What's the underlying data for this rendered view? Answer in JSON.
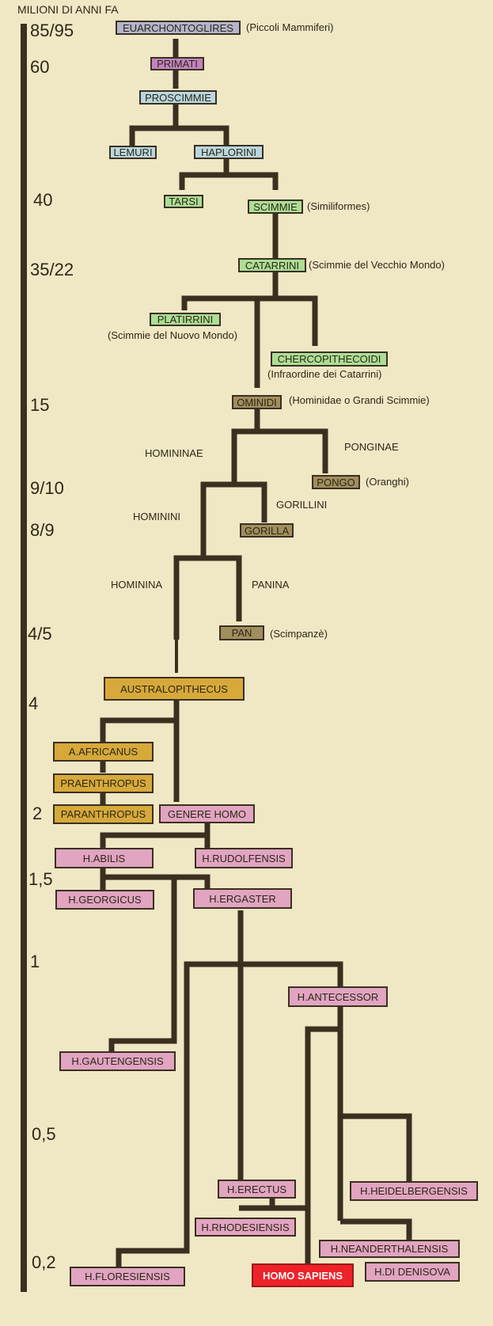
{
  "axis": {
    "title": "MILIONI DI ANNI FA",
    "ticks": [
      "85/95",
      "60",
      "40",
      "35/22",
      "15",
      "9/10",
      "8/9",
      "4/5",
      "4",
      "2",
      "1,5",
      "1",
      "0,5",
      "0,2"
    ]
  },
  "colors": {
    "background": "#f0e7c5",
    "lines": "#3a3020",
    "euarchontoglires": "#b4b4cd",
    "primati": "#c383c1",
    "light_blue": "#bad6de",
    "green": "#acde95",
    "brown": "#a08e5e",
    "gold": "#d6a93a",
    "pink": "#e1a4c1",
    "homo_sapiens": "#ee2229"
  },
  "nodes": {
    "euarchontoglires": "EUARCHONTOGLIRES",
    "primati": "PRIMATI",
    "proscimmie": "PROSCIMMIE",
    "lemuri": "LEMURI",
    "haplorini": "HAPLORINI",
    "tarsi": "TARSI",
    "scimmie": "SCIMMIE",
    "catarrini": "CATARRINI",
    "platirrini": "PLATIRRINI",
    "chercopithecoidi": "CHERCOPITHECOIDI",
    "ominidi": "OMINIDI",
    "pongo": "PONGO",
    "gorilla": "GORILLA",
    "pan": "PAN",
    "australopithecus": "AUSTRALOPITHECUS",
    "a_africanus": "A.AFRICANUS",
    "praenthropus": "PRAENTHROPUS",
    "paranthropus": "PARANTHROPUS",
    "genere_homo": "GENERE HOMO",
    "h_abilis": "H.ABILIS",
    "h_rudolfensis": "H.RUDOLFENSIS",
    "h_georgicus": "H.GEORGICUS",
    "h_ergaster": "H.ERGASTER",
    "h_antecessor": "H.ANTECESSOR",
    "h_gautengensis": "H.GAUTENGENSIS",
    "h_erectus": "H.ERECTUS",
    "h_heidelbergensis": "H.HEIDELBERGENSIS",
    "h_rhodesiensis": "H.RHODESIENSIS",
    "h_neanderthalensis": "H.NEANDERTHALENSIS",
    "h_floresiensis": "H.FLORESIENSIS",
    "homo_sapiens": "HOMO SAPIENS",
    "h_di_denisova": "H.DI DENISOVA"
  },
  "notes": {
    "euarchontoglires": "(Piccoli Mammiferi)",
    "scimmie": "(Similiformes)",
    "catarrini": "(Scimmie del Vecchio Mondo)",
    "platirrini": "(Scimmie del Nuovo Mondo)",
    "chercopithecoidi": "(Infraordine dei Catarrini)",
    "ominidi": "(Hominidae o Grandi Scimmie)",
    "pongo": "(Oranghi)",
    "pan": "(Scimpanzè)"
  },
  "taxa": {
    "homininae": "HOMININAE",
    "ponginae": "PONGINAE",
    "hominini": "HOMININI",
    "gorillini": "GORILLINI",
    "hominina": "HOMININA",
    "panina": "PANINA"
  }
}
